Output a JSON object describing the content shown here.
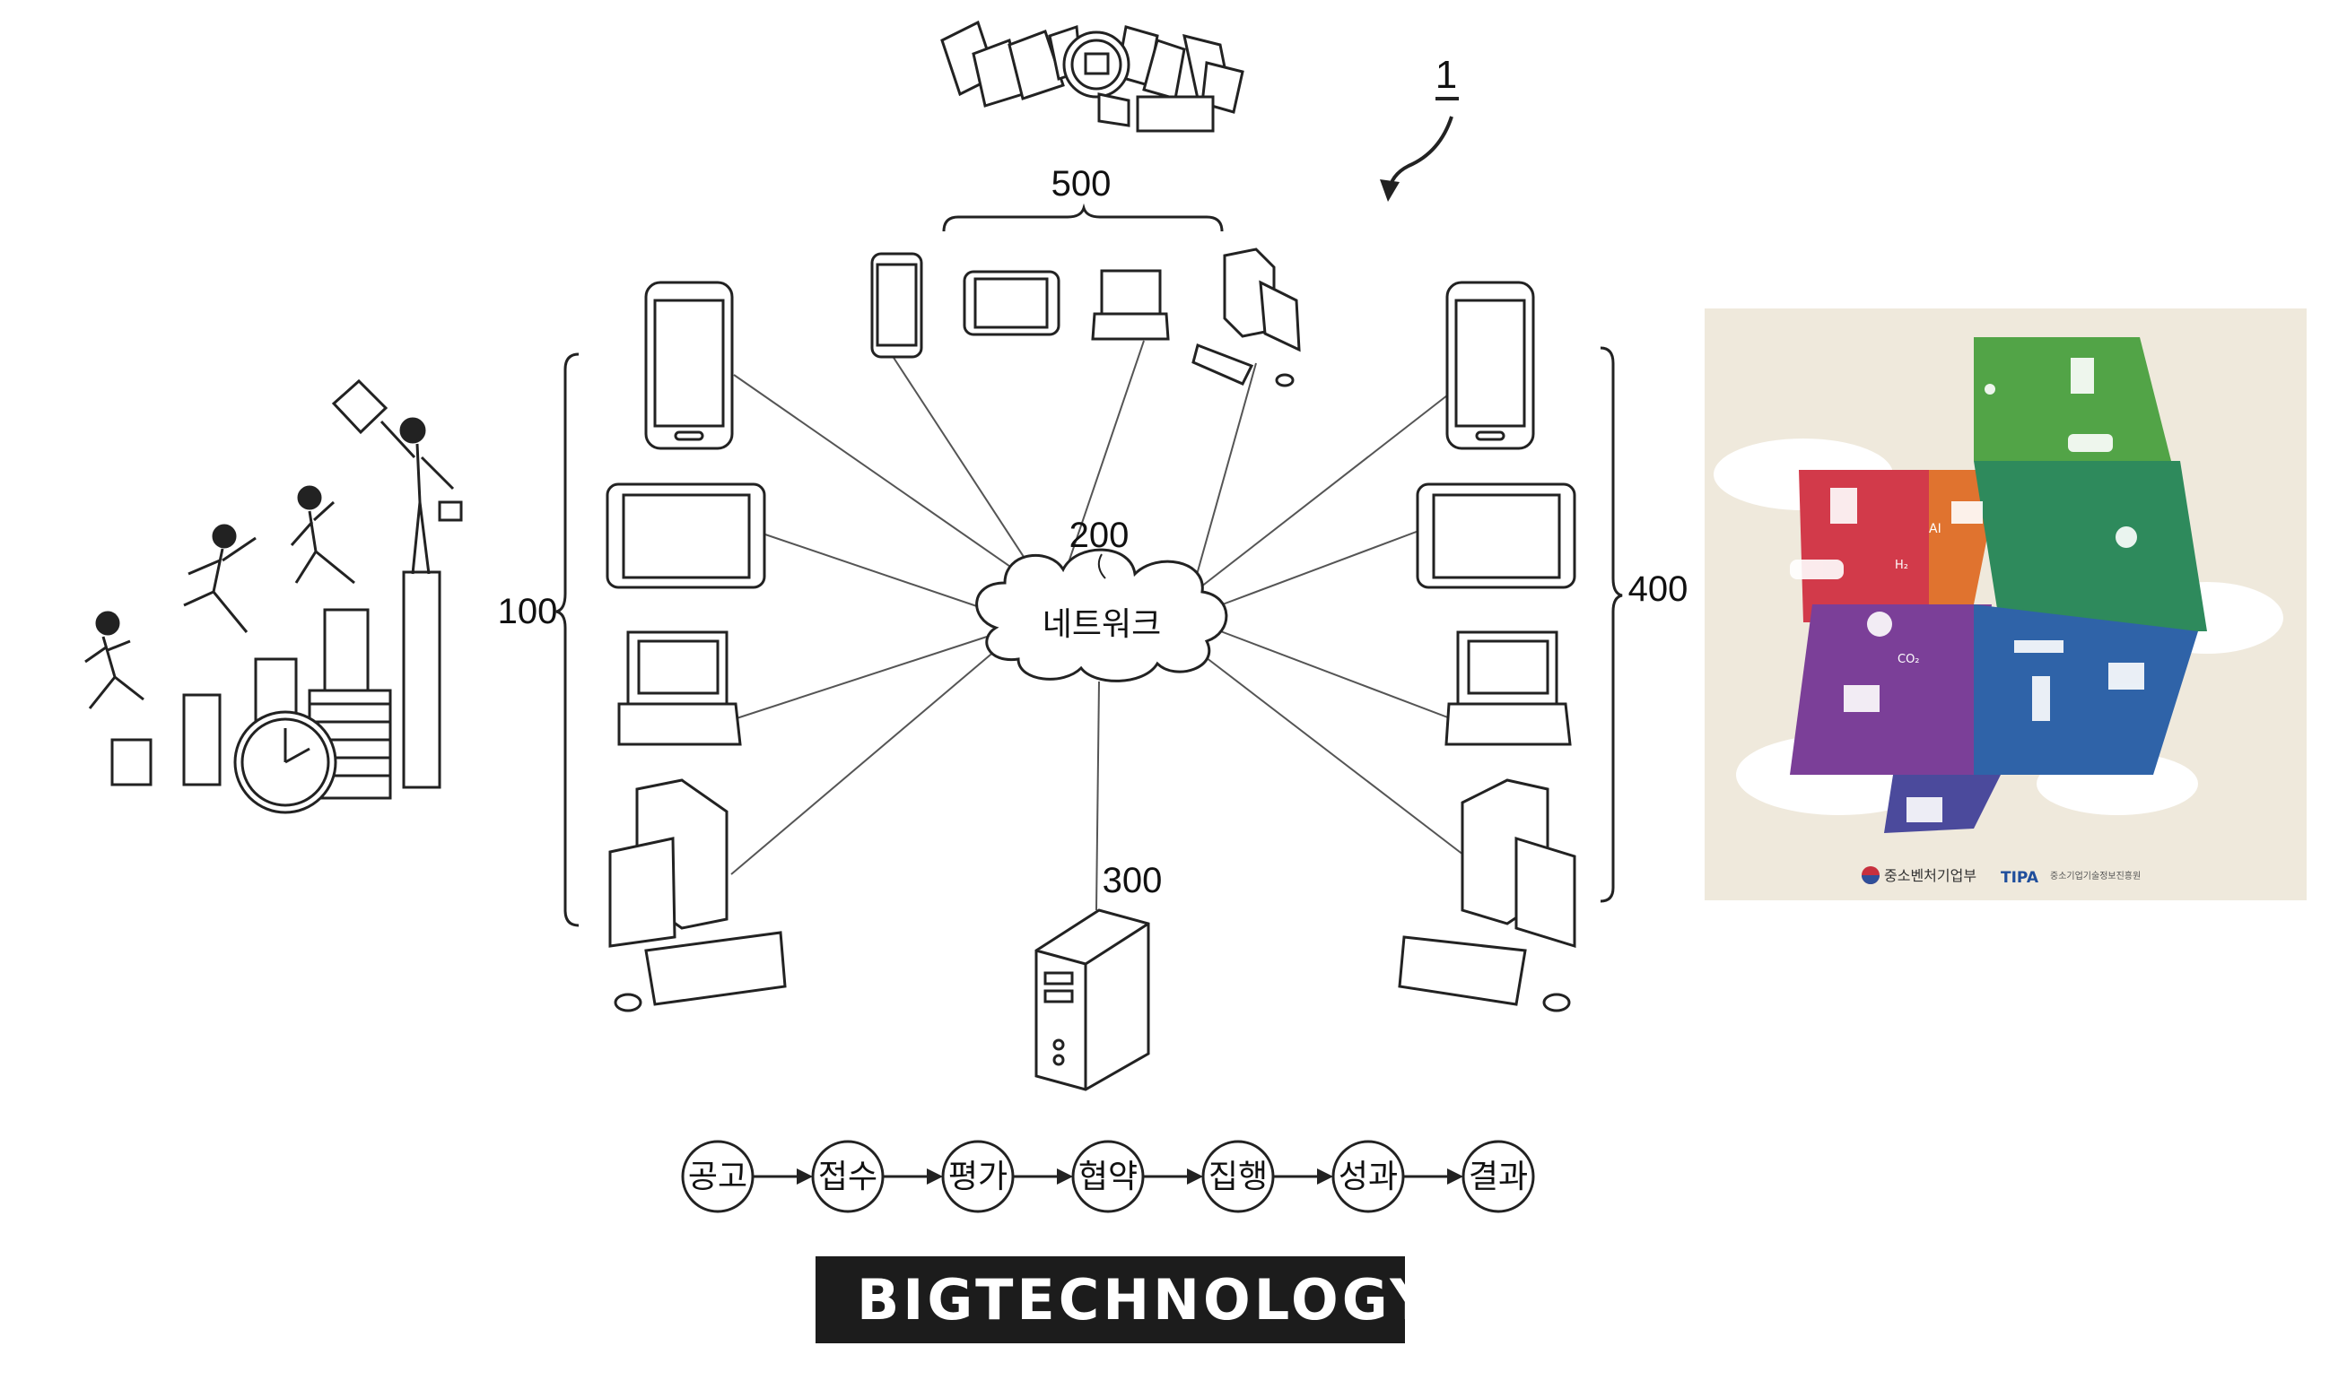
{
  "labels": {
    "system": "1",
    "group_500": "500",
    "group_100": "100",
    "group_400": "400",
    "network_id": "200",
    "network_text": "네트워크",
    "server_id": "300"
  },
  "process_steps": [
    "공고",
    "접수",
    "평가",
    "협약",
    "집행",
    "성과",
    "결과"
  ],
  "brand": {
    "text": "BIGTECHNOLOGY",
    "accent": "#3cc36b",
    "bg": "#1c1c1c"
  },
  "poster": {
    "logo_left": "중소벤처기업부",
    "logo_right_mark": "TIPA",
    "logo_right_text": "중소기업기술정보진흥원",
    "ai_label": "AI",
    "co2_label": "CO₂",
    "h2_label": "H₂",
    "colors": [
      "#d23a4a",
      "#52a447",
      "#2e8a5c",
      "#7b3f98",
      "#2f63a8",
      "#e0732f"
    ]
  }
}
